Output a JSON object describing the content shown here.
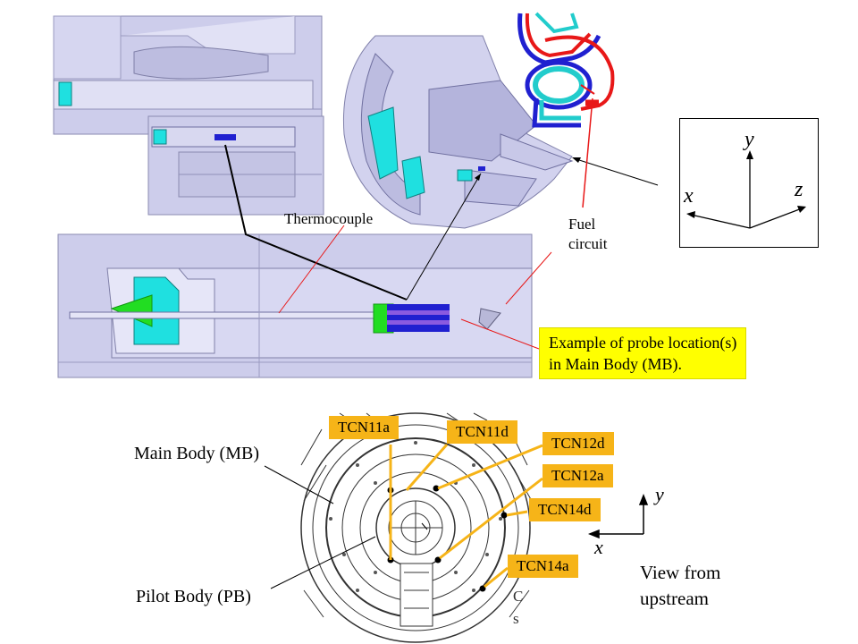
{
  "labels": {
    "thermocouple": "Thermocouple",
    "fuel_circuit": "Fuel\ncircuit",
    "main_body": "Main Body (MB)",
    "pilot_body": "Pilot Body (PB)",
    "view": "View from\nupstream",
    "cut_text": "C\ns"
  },
  "note": "Example of probe location(s)\nin Main Body (MB).",
  "axes_top": {
    "y": "y",
    "x": "x",
    "z": "z"
  },
  "axes_bottom": {
    "y": "y",
    "x": "x"
  },
  "tags": [
    "TCN11a",
    "TCN11d",
    "TCN12d",
    "TCN12a",
    "TCN14d",
    "TCN14a"
  ],
  "colors": {
    "tag": "#f6b418",
    "note": "#ffff00",
    "model": "#ccccec",
    "cyan": "#1fe0e0",
    "green": "#22dd22",
    "fuel_red": "#e81818",
    "fuel_blue": "#2020d0"
  }
}
